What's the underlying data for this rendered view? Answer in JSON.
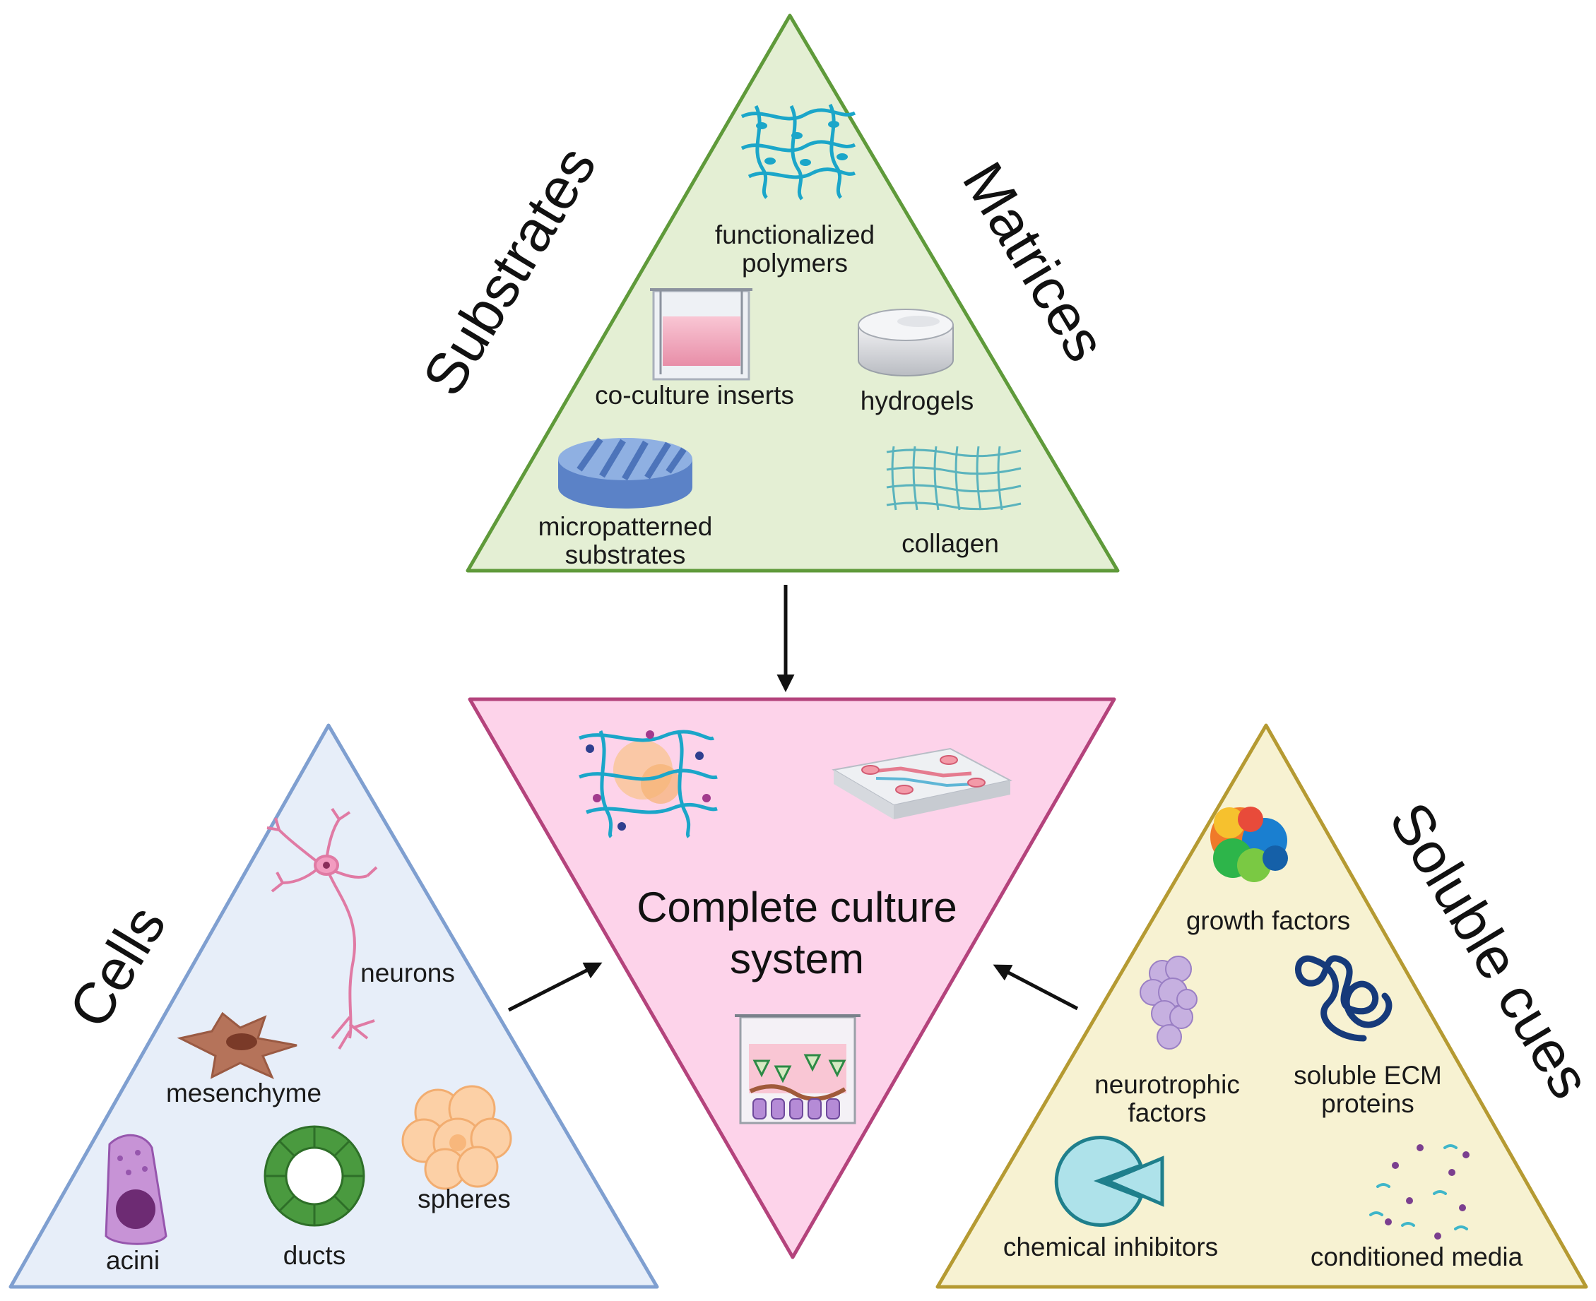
{
  "panels": {
    "matrices": {
      "left_title": "Substrates",
      "right_title": "Matrices",
      "items": {
        "functionalized": [
          "functionalized",
          "polymers"
        ],
        "coculture": "co-culture inserts",
        "hydrogels": "hydrogels",
        "micropatterned": [
          "micropatterned",
          "substrates"
        ],
        "collagen": "collagen"
      },
      "colors": {
        "fill": "#e4efd4",
        "stroke": "#5f9a3a"
      }
    },
    "center": {
      "title": [
        "Complete culture",
        "system"
      ],
      "colors": {
        "fill": "#fdd3ea",
        "stroke": "#b4437c"
      }
    },
    "cells": {
      "title": "Cells",
      "items": {
        "neurons": "neurons",
        "mesenchyme": "mesenchyme",
        "acini": "acini",
        "ducts": "ducts",
        "spheres": "spheres"
      },
      "colors": {
        "fill": "#e7eef9",
        "stroke": "#7f9fd0"
      }
    },
    "soluble": {
      "title": "Soluble cues",
      "items": {
        "growth": "growth factors",
        "neurotrophic": [
          "neurotrophic",
          "factors"
        ],
        "ecm": [
          "soluble ECM",
          "proteins"
        ],
        "inhibitors": "chemical inhibitors",
        "media": "conditioned media"
      },
      "colors": {
        "fill": "#f7f2d2",
        "stroke": "#b59a32"
      }
    }
  },
  "icons": [
    "polymer-network-icon",
    "coculture-insert-icon",
    "hydrogel-disc-icon",
    "micropatterned-disc-icon",
    "collagen-mesh-icon",
    "neuron-icon",
    "mesenchyme-cell-icon",
    "acinus-cell-icon",
    "duct-ring-icon",
    "sphere-cluster-icon",
    "growth-factor-protein-icon",
    "neurotrophic-protein-icon",
    "ecm-coil-icon",
    "inhibitor-pacman-icon",
    "conditioned-media-dots-icon",
    "microfluidic-chip-icon",
    "cells-in-network-icon",
    "insert-with-cells-icon",
    "arrow-icon"
  ]
}
